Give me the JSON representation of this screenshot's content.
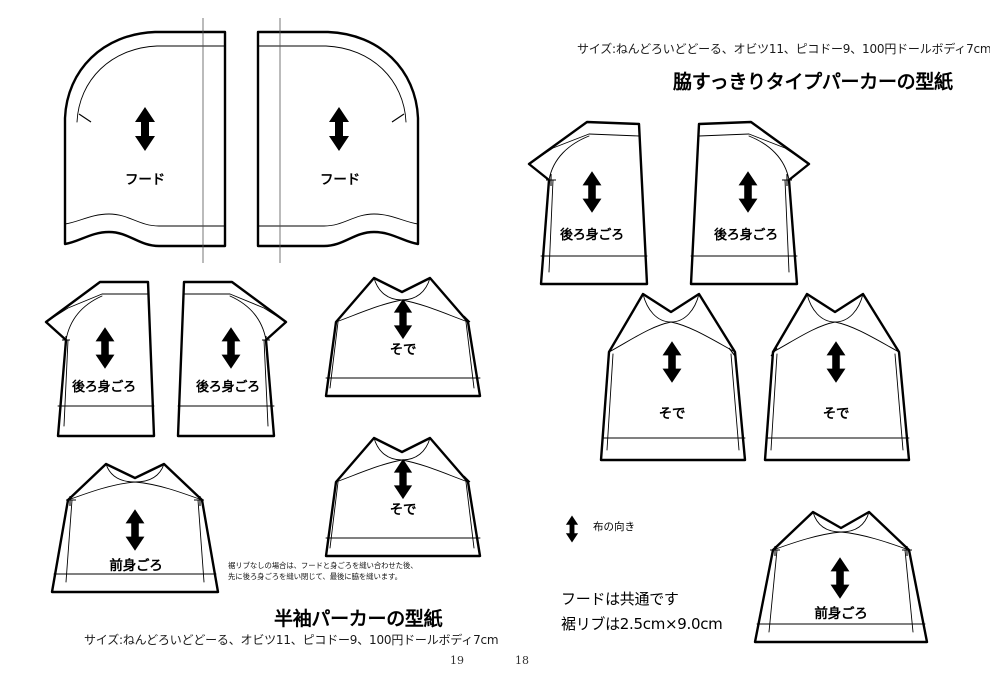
{
  "document": {
    "type": "sewing-pattern-spread",
    "background_color": "#ffffff"
  },
  "left_page": {
    "page_number": "19",
    "title": "半袖パーカーの型紙",
    "size_note": "サイズ:ねんどろいどどーる、オビツ11、ピコドー9、100円ドールボディ7cm",
    "fine_note_line1": "裾リブなしの場合は、フードと身ごろを縫い合わせた後、",
    "fine_note_line2": "先に後ろ身ごろを縫い閉じて、最後に脇を縫います。",
    "pieces": [
      {
        "label": "フード",
        "kind": "hood"
      },
      {
        "label": "フード",
        "kind": "hood"
      },
      {
        "label": "後ろ身ごろ",
        "kind": "back-bodice"
      },
      {
        "label": "後ろ身ごろ",
        "kind": "back-bodice"
      },
      {
        "label": "そで",
        "kind": "sleeve"
      },
      {
        "label": "そで",
        "kind": "sleeve"
      },
      {
        "label": "前身ごろ",
        "kind": "front-bodice"
      }
    ]
  },
  "right_page": {
    "page_number": "18",
    "title": "脇すっきりタイプパーカーの型紙",
    "size_note": "サイズ:ねんどろいどどーる、オビツ11、ピコドー9、100円ドールボディ7cm",
    "grain_caption": "布の向き",
    "info_line1": "フードは共通です",
    "info_line2": "裾リブは2.5cm×9.0cm",
    "pieces": [
      {
        "label": "後ろ身ごろ",
        "kind": "back-bodice"
      },
      {
        "label": "後ろ身ごろ",
        "kind": "back-bodice"
      },
      {
        "label": "そで",
        "kind": "sleeve"
      },
      {
        "label": "そで",
        "kind": "sleeve"
      },
      {
        "label": "前身ごろ",
        "kind": "front-bodice"
      }
    ]
  },
  "colors": {
    "ink": "#000000",
    "seam_line": "#000000",
    "fold_line": "#555555",
    "paper": "#ffffff"
  }
}
